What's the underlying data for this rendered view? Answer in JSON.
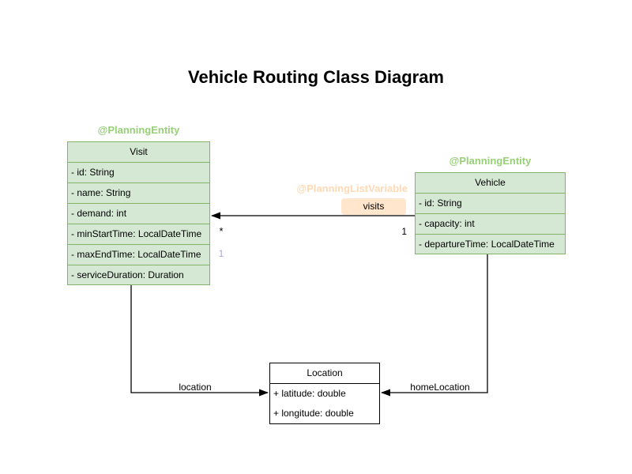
{
  "title": "Vehicle Routing Class Diagram",
  "colors": {
    "background": "#ffffff",
    "class_fill_green": "#d5e8d4",
    "class_border_green": "#82b366",
    "annotation_green": "#97d077",
    "annotation_orange": "#ffd9b3",
    "edge_label_fill": "#ffe6cc",
    "location_fill": "#ffffff",
    "location_border": "#000000",
    "connector": "#000000",
    "stray_multiplicity_color": "#b0a0d0",
    "text": "#000000"
  },
  "classes": {
    "visit": {
      "annotation": "@PlanningEntity",
      "name": "Visit",
      "attributes": [
        "- id: String",
        "- name: String",
        "- demand: int",
        "- minStartTime: LocalDateTime",
        "- maxEndTime: LocalDateTime",
        "- serviceDuration: Duration"
      ]
    },
    "vehicle": {
      "annotation": "@PlanningEntity",
      "name": "Vehicle",
      "attributes": [
        "- id: String",
        "- capacity: int",
        "- departureTime: LocalDateTime"
      ]
    },
    "location": {
      "name": "Location",
      "attributes": [
        "+ latitude: double",
        "+ longitude: double"
      ]
    }
  },
  "relations": {
    "visits": {
      "annotation": "@PlanningListVariable",
      "label": "visits",
      "target_multiplicity": "*",
      "source_multiplicity": "1",
      "stray_marker": "1"
    },
    "visit_location": {
      "label": "location"
    },
    "vehicle_home_location": {
      "label": "homeLocation"
    }
  }
}
